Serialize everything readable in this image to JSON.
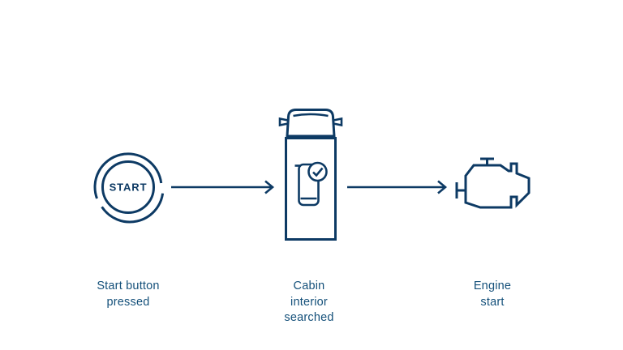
{
  "diagram": {
    "background_color": "#ffffff",
    "stroke_color": "#0d3a64",
    "label_color": "#14507a",
    "steps": [
      {
        "id": "start-button-pressed",
        "icon": "start-button-icon",
        "icon_text": "START",
        "label_lines": [
          "Start button",
          "pressed",
          ""
        ]
      },
      {
        "id": "cabin-interior-searched",
        "icon": "truck-cabin-phone-check-icon",
        "label_lines": [
          "Cabin",
          "interior",
          "searched"
        ]
      },
      {
        "id": "engine-start",
        "icon": "engine-icon",
        "label_lines": [
          "Engine",
          "start",
          ""
        ]
      }
    ],
    "connectors": [
      {
        "id": "arrow-1",
        "type": "arrow-right"
      },
      {
        "id": "arrow-2",
        "type": "arrow-right"
      }
    ]
  }
}
